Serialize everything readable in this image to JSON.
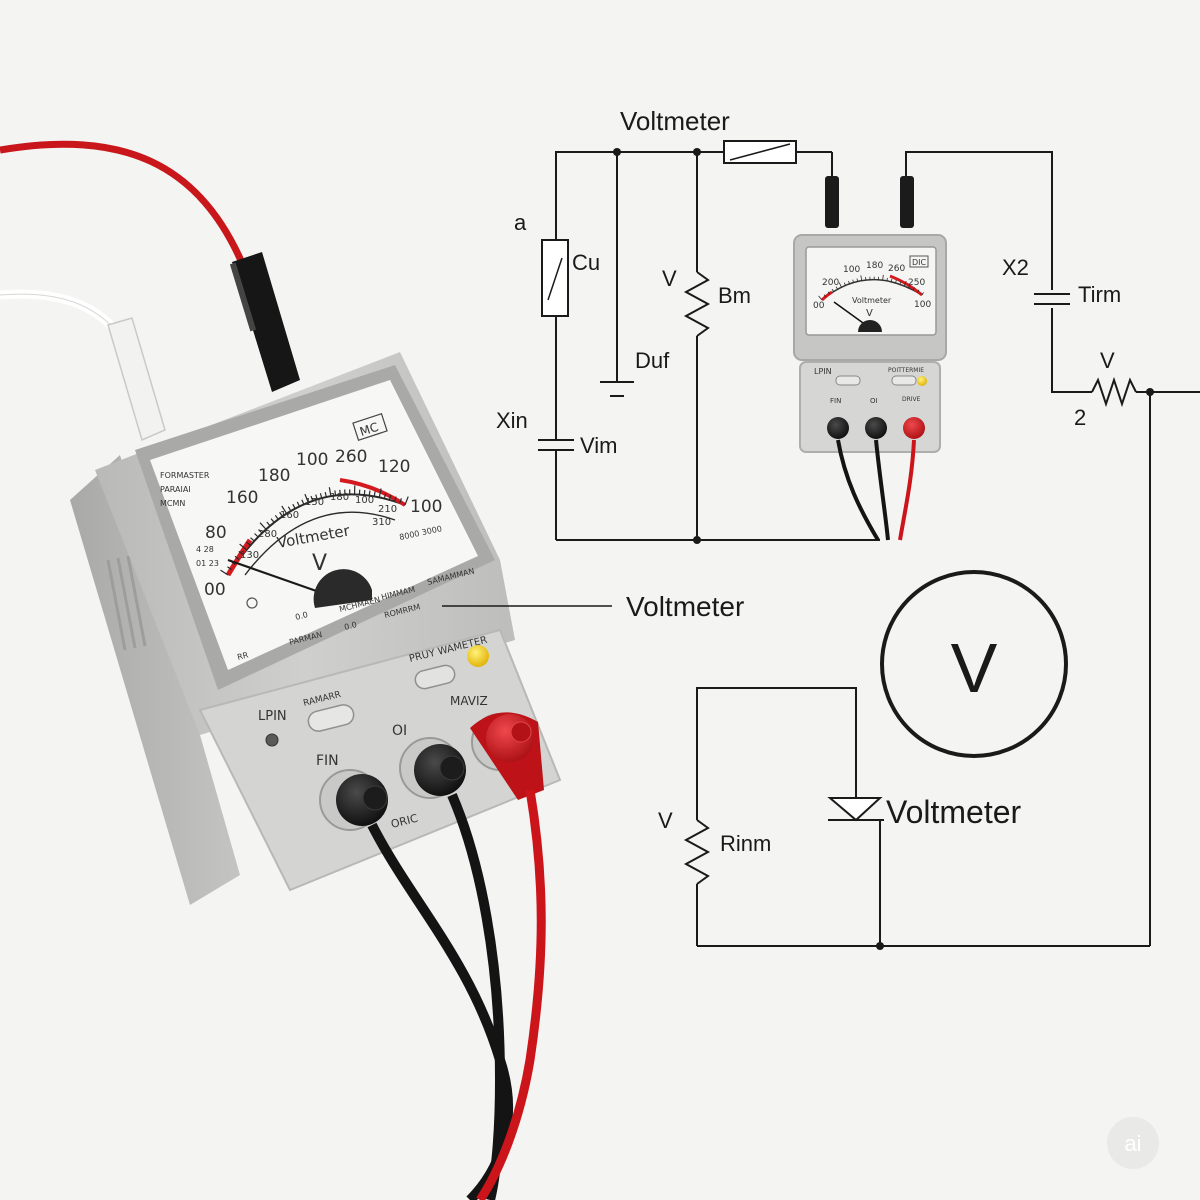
{
  "diagram": {
    "top_label": "Voltmeter",
    "left_branch": {
      "node_label": "a",
      "resistor_label": "Cu",
      "capacitor_left_label": "Xin",
      "capacitor_right_label": "Vim"
    },
    "middle_branch": {
      "resistor_left_label": "V",
      "resistor_right_label": "Bm",
      "ground_label": "Duf"
    },
    "right_branch": {
      "capacitor_left_label": "X2",
      "capacitor_right_label": "Tirm",
      "resistor_top_label": "V",
      "resistor_bottom_label": "2"
    },
    "pointer_label": "Voltmeter",
    "meter_symbol_letter": "V",
    "diode_label": "Voltmeter",
    "lower_resistor_left_label": "V",
    "lower_resistor_right_label": "Rinm"
  },
  "big_meter": {
    "corner_tag": "MC",
    "scale_numbers": [
      "00",
      "80",
      "160",
      "180",
      "100",
      "260",
      "120",
      "100"
    ],
    "inner_numbers": [
      "130",
      "280",
      "160",
      "150",
      "180",
      "100",
      "210",
      "310"
    ],
    "left_tiny_text": [
      "FORMASTER",
      "PARAIAI",
      "MCMN",
      "4 28",
      "01 23"
    ],
    "title": "Voltmeter",
    "unit": "V",
    "right_caption": "8000 3000",
    "bottom_row": [
      "0.0",
      "MCHMAEN",
      "HIMMAM",
      "SAMAMMAN"
    ],
    "bottom_row2": [
      "RR",
      "PARMAN",
      "0.0",
      "ROMRRM"
    ],
    "panel_button_label": "PRUY WAMETER",
    "left_button_label": "RAMARR",
    "lamp_label": "LPIN",
    "jack_labels": [
      "FIN",
      "OI",
      "MAVIZ"
    ],
    "bottom_caption": "ORIC"
  },
  "small_meter": {
    "corner_tag": "DIC",
    "scale_numbers": [
      "200",
      "100",
      "180",
      "260",
      "00",
      "250",
      "100"
    ],
    "title": "Voltmeter",
    "unit": "V",
    "lamp_label": "LPIN",
    "button_label": "POITTERMIE",
    "jack_labels": [
      "FIN",
      "OI",
      "DRIVE"
    ]
  },
  "watermark": "ai",
  "colors": {
    "background": "#f4f4f3",
    "case": "#c7c8c6",
    "panel": "#d9dad8",
    "dial_face": "#f7f7f5",
    "red": "#d41a1f",
    "black": "#151515",
    "yellow": "#f0c818"
  }
}
